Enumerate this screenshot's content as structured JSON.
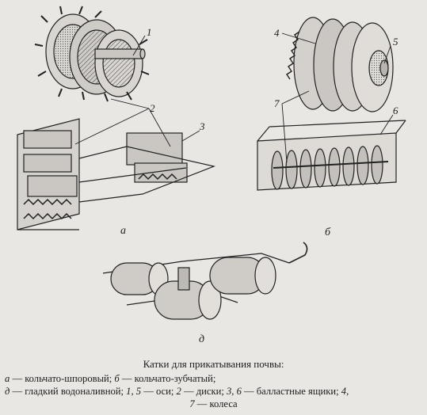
{
  "figure": {
    "labels": {
      "n1": "1",
      "n2": "2",
      "n3": "3",
      "n4": "4",
      "n5": "5",
      "n6": "6",
      "n7": "7",
      "sub_a": "а",
      "sub_b": "б",
      "sub_d": "д"
    }
  },
  "caption": {
    "title": "Катки для прикатывания почвы:",
    "line1": {
      "a_letter": "а",
      "a_text": " — кольчато-шпоровый; ",
      "b_letter": "б",
      "b_text": " — кольчато-зубчатый;"
    },
    "line2": {
      "d_letter": "д",
      "d_text": " — гладкий водоналивной; ",
      "nums1": "1, 5",
      "text1": " — оси; ",
      "num2": "2",
      "text2": " — диски; ",
      "nums36": "3, 6",
      "text3": " — балластные ящики; ",
      "num4": "4,"
    },
    "line3": {
      "num7": "7",
      "text7": " — колеса"
    }
  }
}
